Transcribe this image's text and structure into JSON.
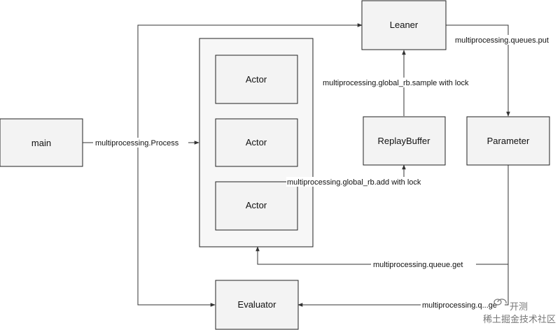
{
  "nodes": {
    "main": "main",
    "leaner": "Leaner",
    "actor_1": "Actor",
    "actor_2": "Actor",
    "actor_3": "Actor",
    "replay_buffer": "ReplayBuffer",
    "parameter": "Parameter",
    "evaluator": "Evaluator"
  },
  "edges": {
    "main_process": "multiprocessing.Process",
    "queues_put": "multiprocessing.queues.put",
    "rb_sample": "multiprocessing.global_rb.sample with lock",
    "rb_add": "multiprocessing.global_rb.add with lock",
    "queue_get_actor": "multiprocessing.queue.get",
    "queue_get_eval": "multiprocessing.q...ge"
  },
  "watermark": {
    "line1": "开测",
    "line2": "稀土掘金技术社区"
  }
}
